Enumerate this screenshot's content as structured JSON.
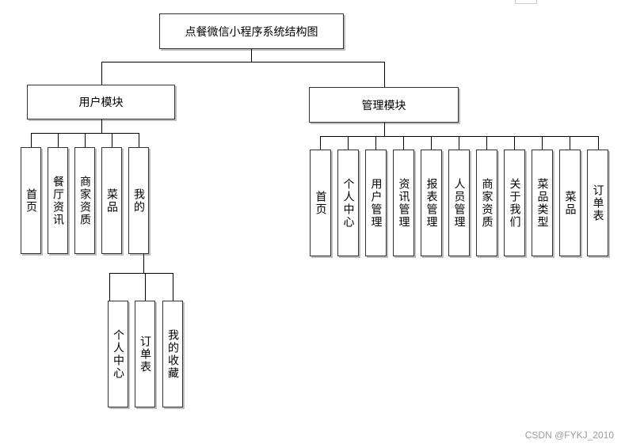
{
  "title": "点餐微信小程序系统结构图",
  "user_module": {
    "label": "用户模块",
    "items": [
      "首页",
      "餐厅资讯",
      "商家资质",
      "菜品",
      "我的"
    ],
    "sub": [
      "个人中心",
      "订单表",
      "我的收藏"
    ]
  },
  "admin_module": {
    "label": "管理模块",
    "items": [
      "首页",
      "个人中心",
      "用户管理",
      "资讯管理",
      "报表管理",
      "人员管理",
      "商家资质",
      "关于我们",
      "菜品类型",
      "菜品",
      "订单表"
    ]
  },
  "watermark": "CSDN @FYKJ_2010"
}
